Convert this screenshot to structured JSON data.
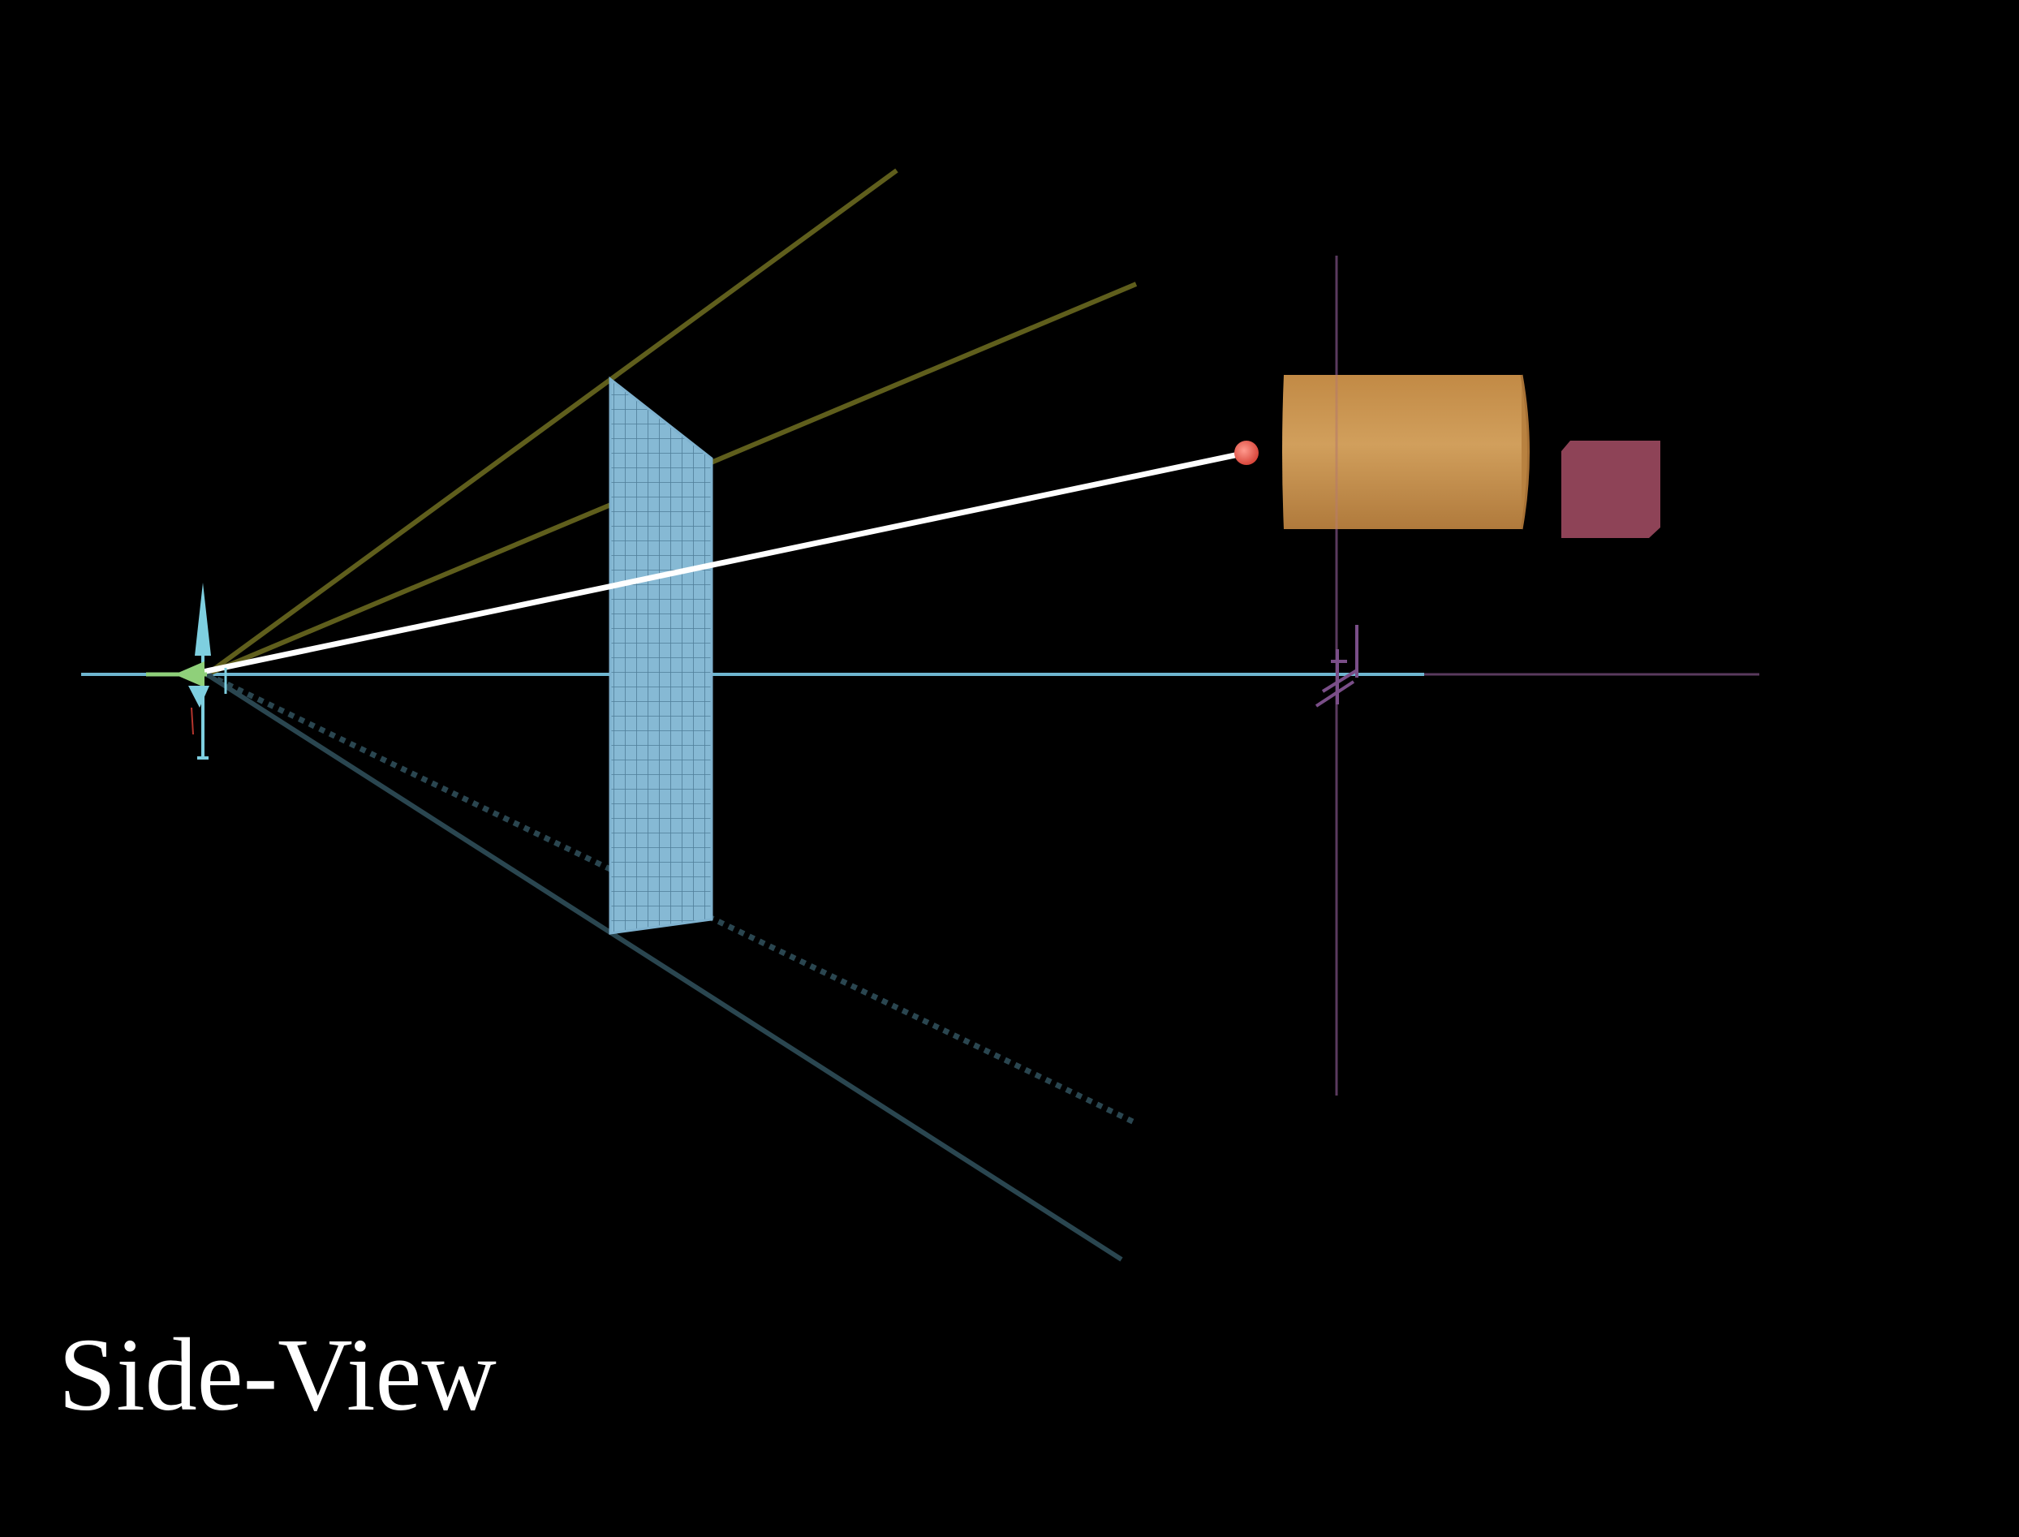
{
  "view_label": "Side-View",
  "colors": {
    "background": "#000000",
    "frustum_upper": "#5f5e1c",
    "frustum_lower": "#2a4650",
    "image_plane": "#7fb2cf",
    "image_plane_grid": "#5a8aa8",
    "ray": "#ffffff",
    "target_point": "#e8675c",
    "cylinder": "#c9954f",
    "cube": "#8e4357",
    "optical_axis": "#6fb6d0",
    "far_axis": "#5a3a5e",
    "camera_axis_green": "#8fd07a",
    "camera_axis_blue": "#7ecfe0"
  },
  "objects": {
    "camera": "camera-origin",
    "image_plane": "image-plane",
    "ray": "projection-ray",
    "point": "target-point",
    "cylinder": "cylinder",
    "cube": "cube"
  }
}
